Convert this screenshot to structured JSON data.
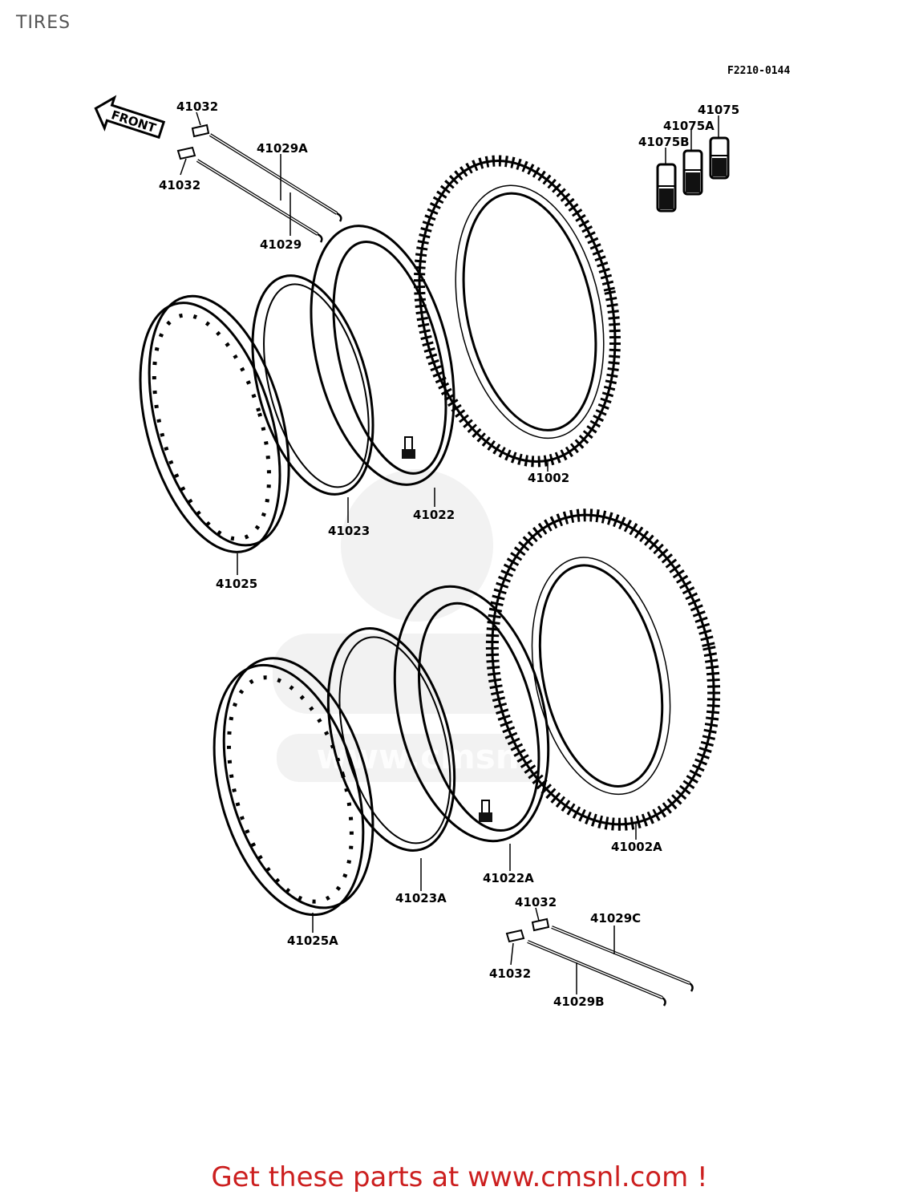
{
  "title": "TIRES",
  "reference_code": "F2210-0144",
  "front_arrow_label": "FRONT",
  "watermark": "www.cmsnl.com",
  "footer": "Get these parts at www.cmsnl.com !",
  "labels": {
    "l41032_a": "41032",
    "l41029A": "41029A",
    "l41032_b": "41032",
    "l41029": "41029",
    "l41075": "41075",
    "l41075A": "41075A",
    "l41075B": "41075B",
    "l41002": "41002",
    "l41022": "41022",
    "l41023": "41023",
    "l41025": "41025",
    "l41002A": "41002A",
    "l41022A": "41022A",
    "l41023A": "41023A",
    "l41025A": "41025A",
    "l41032_c": "41032",
    "l41029C": "41029C",
    "l41032_d": "41032",
    "l41029B": "41029B"
  }
}
